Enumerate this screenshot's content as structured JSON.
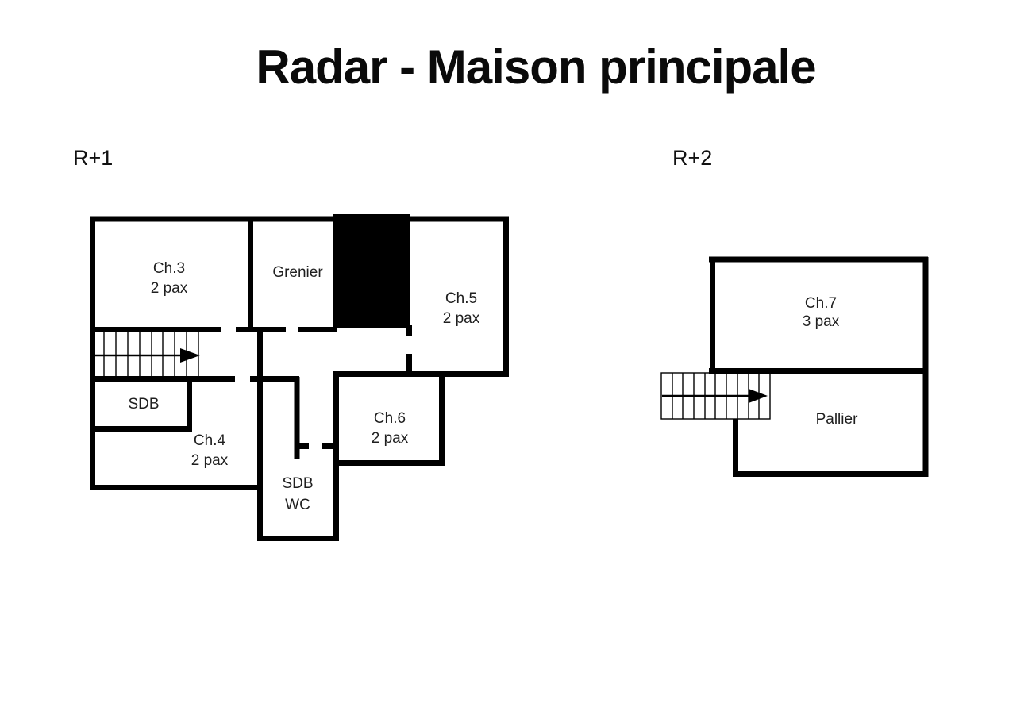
{
  "title": "Radar - Maison principale",
  "colors": {
    "wall": "#000000",
    "background": "#ffffff",
    "text": "#1f1f1f"
  },
  "icons": {
    "stair_arrow": "right-arrow",
    "shaft": "filled-black-area"
  },
  "floors": [
    {
      "label": "R+1",
      "rooms": [
        {
          "id": "ch3",
          "name": "Ch.3",
          "capacity": "2 pax"
        },
        {
          "id": "grenier",
          "name": "Grenier"
        },
        {
          "id": "ch5",
          "name": "Ch.5",
          "capacity": "2 pax"
        },
        {
          "id": "sdb",
          "name": "SDB"
        },
        {
          "id": "ch4",
          "name": "Ch.4",
          "capacity": "2 pax"
        },
        {
          "id": "ch6",
          "name": "Ch.6",
          "capacity": "2 pax"
        },
        {
          "id": "sdb-wc",
          "name": "SDB",
          "capacity": "WC"
        }
      ]
    },
    {
      "label": "R+2",
      "rooms": [
        {
          "id": "ch7",
          "name": "Ch.7",
          "capacity": "3 pax"
        },
        {
          "id": "pallier",
          "name": "Pallier"
        }
      ]
    }
  ]
}
